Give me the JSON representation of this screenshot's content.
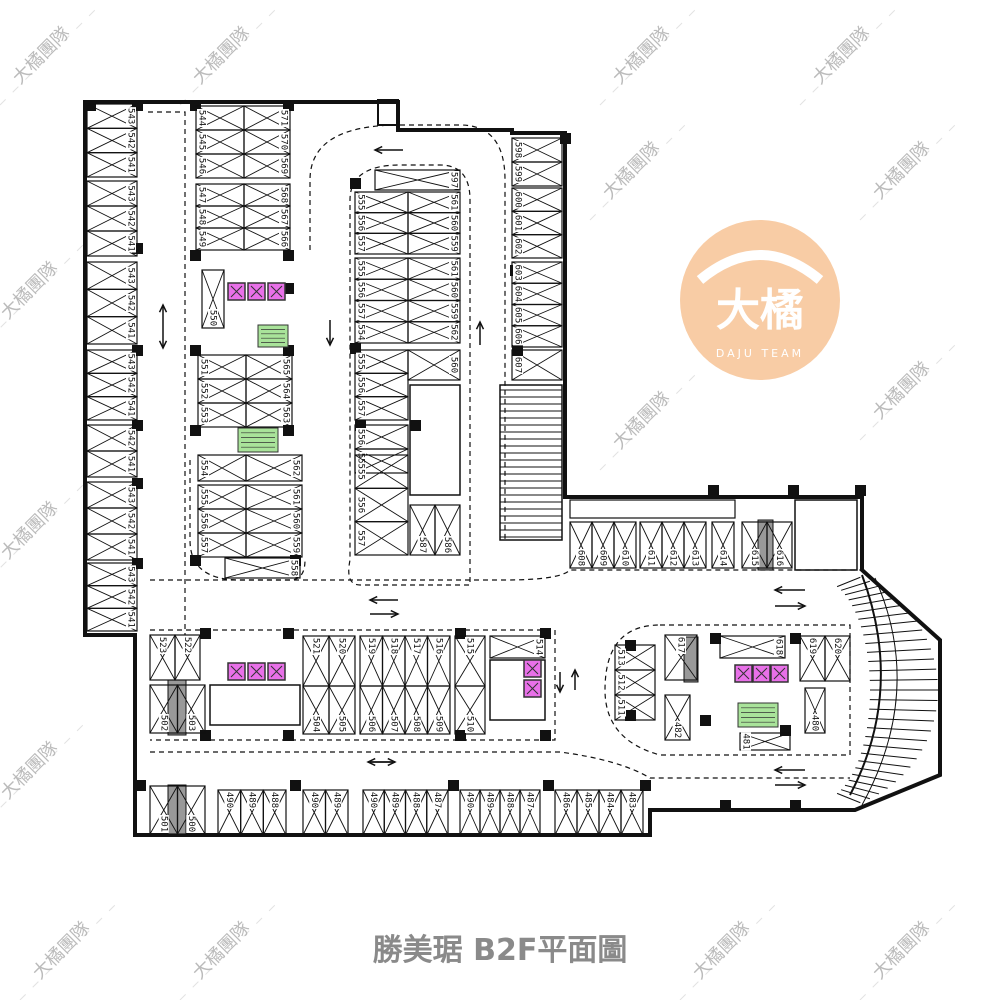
{
  "title": "勝美琚 B2F平面圖",
  "watermark": "大橘團隊",
  "logo": {
    "text": "大橘",
    "subtitle": "DAJU TEAM"
  },
  "colors": {
    "elevator": "#e870e8",
    "stairs": "#a9e39a",
    "logo": "#f3a35c",
    "wall": "#111111"
  },
  "plan": {
    "groups": [
      {
        "nums": [
          "543",
          "542",
          "541"
        ]
      },
      {
        "nums": [
          "543",
          "542",
          "541"
        ]
      },
      {
        "nums": [
          "543",
          "542",
          "541"
        ]
      },
      {
        "nums": [
          "543",
          "542",
          "541"
        ]
      },
      {
        "nums": [
          "542",
          "541"
        ]
      },
      {
        "nums": [
          "543",
          "542",
          "541"
        ]
      },
      {
        "nums": [
          "543",
          "542",
          "541"
        ]
      },
      {
        "nums": [
          "544",
          "545",
          "546"
        ]
      },
      {
        "nums": [
          "571",
          "570",
          "569"
        ]
      },
      {
        "nums": [
          "547",
          "548",
          "549"
        ]
      },
      {
        "nums": [
          "568",
          "567",
          "566"
        ]
      },
      {
        "nums": [
          "550"
        ]
      },
      {
        "nums": [
          "551",
          "552",
          "553"
        ]
      },
      {
        "nums": [
          "565",
          "564",
          "563"
        ]
      },
      {
        "nums": [
          "554"
        ]
      },
      {
        "nums": [
          "562"
        ]
      },
      {
        "nums": [
          "555",
          "556",
          "557"
        ]
      },
      {
        "nums": [
          "561",
          "560",
          "559"
        ]
      },
      {
        "nums": [
          "558"
        ]
      },
      {
        "nums": [
          "597"
        ]
      },
      {
        "nums": [
          "555",
          "556",
          "557"
        ]
      },
      {
        "nums": [
          "561",
          "560",
          "559"
        ]
      },
      {
        "nums": [
          "555",
          "556",
          "557",
          "554"
        ]
      },
      {
        "nums": [
          "561",
          "560",
          "559",
          "562"
        ]
      },
      {
        "nums": [
          "555",
          "556",
          "557"
        ]
      },
      {
        "nums": [
          "560"
        ]
      },
      {
        "nums": [
          "556",
          "557"
        ]
      },
      {
        "nums": [
          "555",
          "556",
          "557"
        ]
      },
      {
        "nums": [
          "587",
          "586"
        ]
      },
      {
        "nums": [
          "598",
          "599"
        ]
      },
      {
        "nums": [
          "600",
          "601",
          "602"
        ]
      },
      {
        "nums": [
          "603",
          "604",
          "605",
          "606"
        ]
      },
      {
        "nums": [
          "607"
        ]
      },
      {
        "nums": [
          "608",
          "609",
          "610"
        ]
      },
      {
        "nums": [
          "611",
          "612",
          "613"
        ]
      },
      {
        "nums": [
          "614"
        ]
      },
      {
        "nums": [
          "615",
          "616"
        ]
      },
      {
        "nums": [
          "523",
          "522"
        ]
      },
      {
        "nums": [
          "502",
          "503"
        ]
      },
      {
        "nums": [
          "521",
          "520"
        ]
      },
      {
        "nums": [
          "519",
          "518",
          "517",
          "516"
        ]
      },
      {
        "nums": [
          "515"
        ]
      },
      {
        "nums": [
          "504",
          "505"
        ]
      },
      {
        "nums": [
          "506",
          "507",
          "508",
          "509"
        ]
      },
      {
        "nums": [
          "510"
        ]
      },
      {
        "nums": [
          "514"
        ]
      },
      {
        "nums": [
          "513",
          "512",
          "511"
        ]
      },
      {
        "nums": [
          "617"
        ]
      },
      {
        "nums": [
          "482"
        ]
      },
      {
        "nums": [
          "618"
        ]
      },
      {
        "nums": [
          "619",
          "620"
        ]
      },
      {
        "nums": [
          "480"
        ]
      },
      {
        "nums": [
          "481"
        ]
      },
      {
        "nums": [
          "501",
          "500"
        ]
      },
      {
        "nums": [
          "490",
          "489",
          "488"
        ]
      },
      {
        "nums": [
          "490",
          "489"
        ]
      },
      {
        "nums": [
          "490",
          "489",
          "488",
          "487"
        ]
      },
      {
        "nums": [
          "490",
          "489",
          "488",
          "487"
        ]
      },
      {
        "nums": [
          "486",
          "485",
          "484",
          "483"
        ]
      }
    ]
  }
}
